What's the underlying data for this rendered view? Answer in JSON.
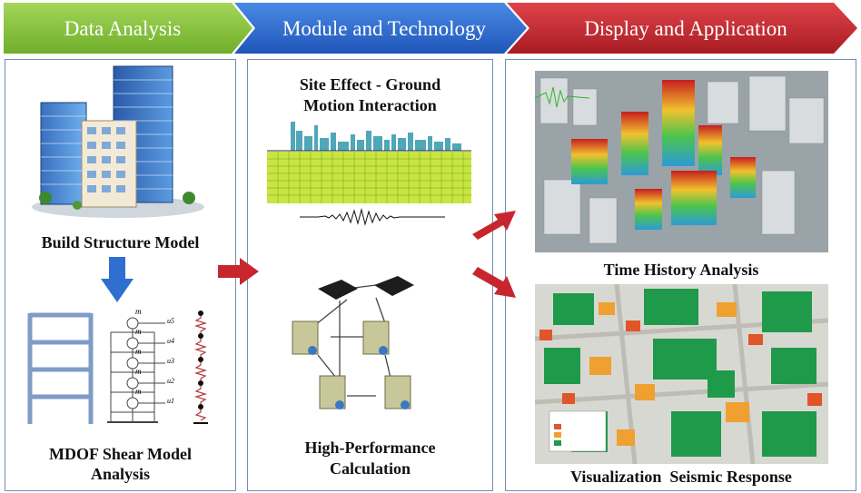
{
  "stages": {
    "data_analysis": "Data Analysis",
    "module_technology": "Module and Technology",
    "display_application": "Display and Application"
  },
  "left": {
    "build_model": "Build Structure Model",
    "mdof_line1": "MDOF Shear Model",
    "mdof_line2": "Analysis",
    "mass_labels": [
      "m",
      "m",
      "m",
      "m",
      "m"
    ],
    "dof_labels": [
      "u5",
      "u4",
      "u3",
      "u2",
      "u1"
    ]
  },
  "middle": {
    "site_effect_line1": "Site Effect - Ground",
    "site_effect_line2": "Motion Interaction",
    "hpc_line1": "High-Performance",
    "hpc_line2": "Calculation"
  },
  "right": {
    "time_history": "Time History Analysis",
    "visualization": "Visualization  Seismic Response"
  },
  "colors": {
    "green_stage": "#8cc63f",
    "blue_stage": "#2f6fd0",
    "red_stage": "#c8262e",
    "panel_border": "#6f8fb5",
    "arrow_blue": "#2f6fd0",
    "arrow_red": "#c8262e"
  }
}
